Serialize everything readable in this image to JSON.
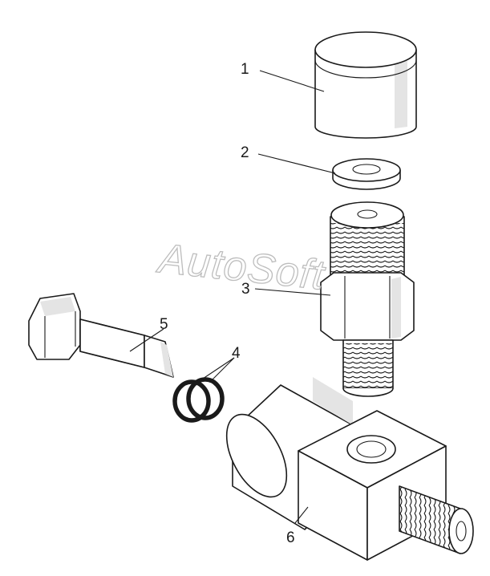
{
  "callouts": {
    "part1": "1",
    "part2": "2",
    "part3": "3",
    "part4": "4",
    "part5": "5",
    "part6": "6"
  },
  "watermark": "AutoSoft",
  "colors": {
    "ink": "#1a1a1a",
    "shade": "#e4e4e4",
    "watermark": "#bdbdbd"
  }
}
